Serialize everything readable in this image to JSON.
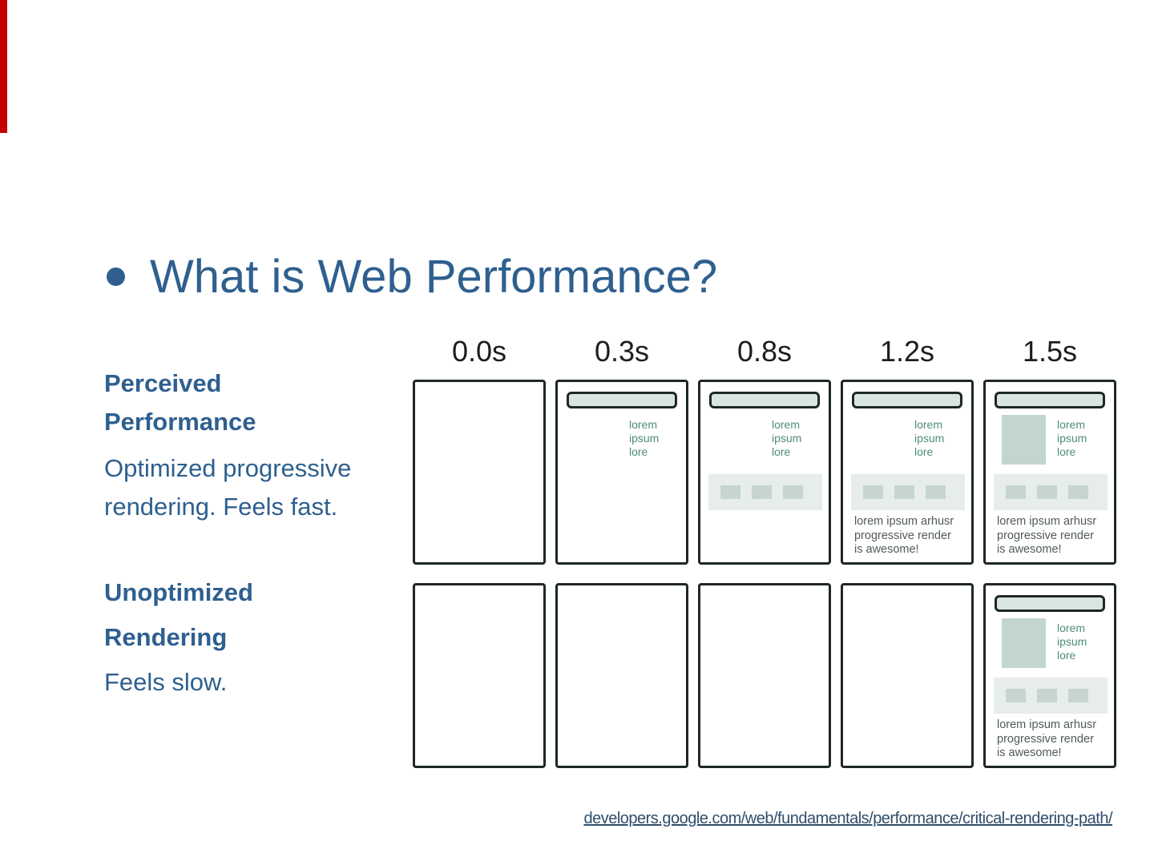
{
  "slide": {
    "accent_bar_color": "#c40000",
    "title": "What is Web Performance?",
    "title_color": "#2e5f8f",
    "left_panel": {
      "heading1_lines": [
        "Perceived",
        "Performance"
      ],
      "body1_lines": [
        "Optimized progressive",
        "rendering. Feels fast."
      ],
      "block2_lines": [
        {
          "text": "Unoptimized",
          "bold": true
        },
        {
          "text": "Rendering",
          "bold": true
        },
        {
          "text": "Feels slow.",
          "bold": false
        }
      ]
    },
    "footer_link": "developers.google.com/web/fundamentals/performance/critical-rendering-path/",
    "footer_link_color": "#2e4e6b"
  },
  "diagram": {
    "timeline_labels": [
      "0.0s",
      "0.3s",
      "0.8s",
      "1.2s",
      "1.5s"
    ],
    "page_text_lines": [
      "lorem",
      "ipsum",
      "lore"
    ],
    "caption_lines": [
      "lorem ipsum arhusr",
      "progressive render",
      "is awesome!"
    ],
    "band_tile_count": 3,
    "rows": [
      {
        "name": "optimized",
        "frames": [
          [],
          [
            "header",
            "text"
          ],
          [
            "header",
            "text",
            "band"
          ],
          [
            "header",
            "text",
            "band",
            "caption"
          ],
          [
            "header",
            "image",
            "text",
            "band",
            "caption"
          ]
        ]
      },
      {
        "name": "unoptimized",
        "frames": [
          [],
          [],
          [],
          [],
          [
            "header",
            "image",
            "text",
            "band",
            "caption"
          ]
        ]
      }
    ],
    "colors": {
      "frame_border": "#1f2823",
      "address_bar_fill": "#d9e6e0",
      "image_fill": "#c2d5ce",
      "band_fill": "#e7edeb",
      "tile_fill": "#c6d6cf",
      "lorem_text": "#4e8c7a",
      "caption_text": "#4f5b57",
      "time_label": "#1d1d1d"
    }
  }
}
